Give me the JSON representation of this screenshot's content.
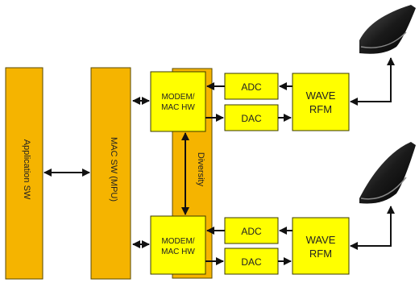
{
  "blocks": {
    "application_sw": "Application SW",
    "mac_sw": "MAC SW (MPU)",
    "diversity": "Diversity",
    "modem_top_line1": "MODEM/",
    "modem_top_line2": "MAC HW",
    "modem_bottom_line1": "MODEM/",
    "modem_bottom_line2": "MAC HW",
    "adc_top": "ADC",
    "dac_top": "DAC",
    "adc_bottom": "ADC",
    "dac_bottom": "DAC",
    "wave_top_line1": "WAVE",
    "wave_top_line2": "RFM",
    "wave_bottom_line1": "WAVE",
    "wave_bottom_line2": "RFM"
  },
  "images": {
    "antenna_top": "shark-fin-antenna",
    "antenna_bottom": "shark-fin-antenna"
  },
  "colors": {
    "orange": "#f5b400",
    "yellow": "#ffff00"
  }
}
